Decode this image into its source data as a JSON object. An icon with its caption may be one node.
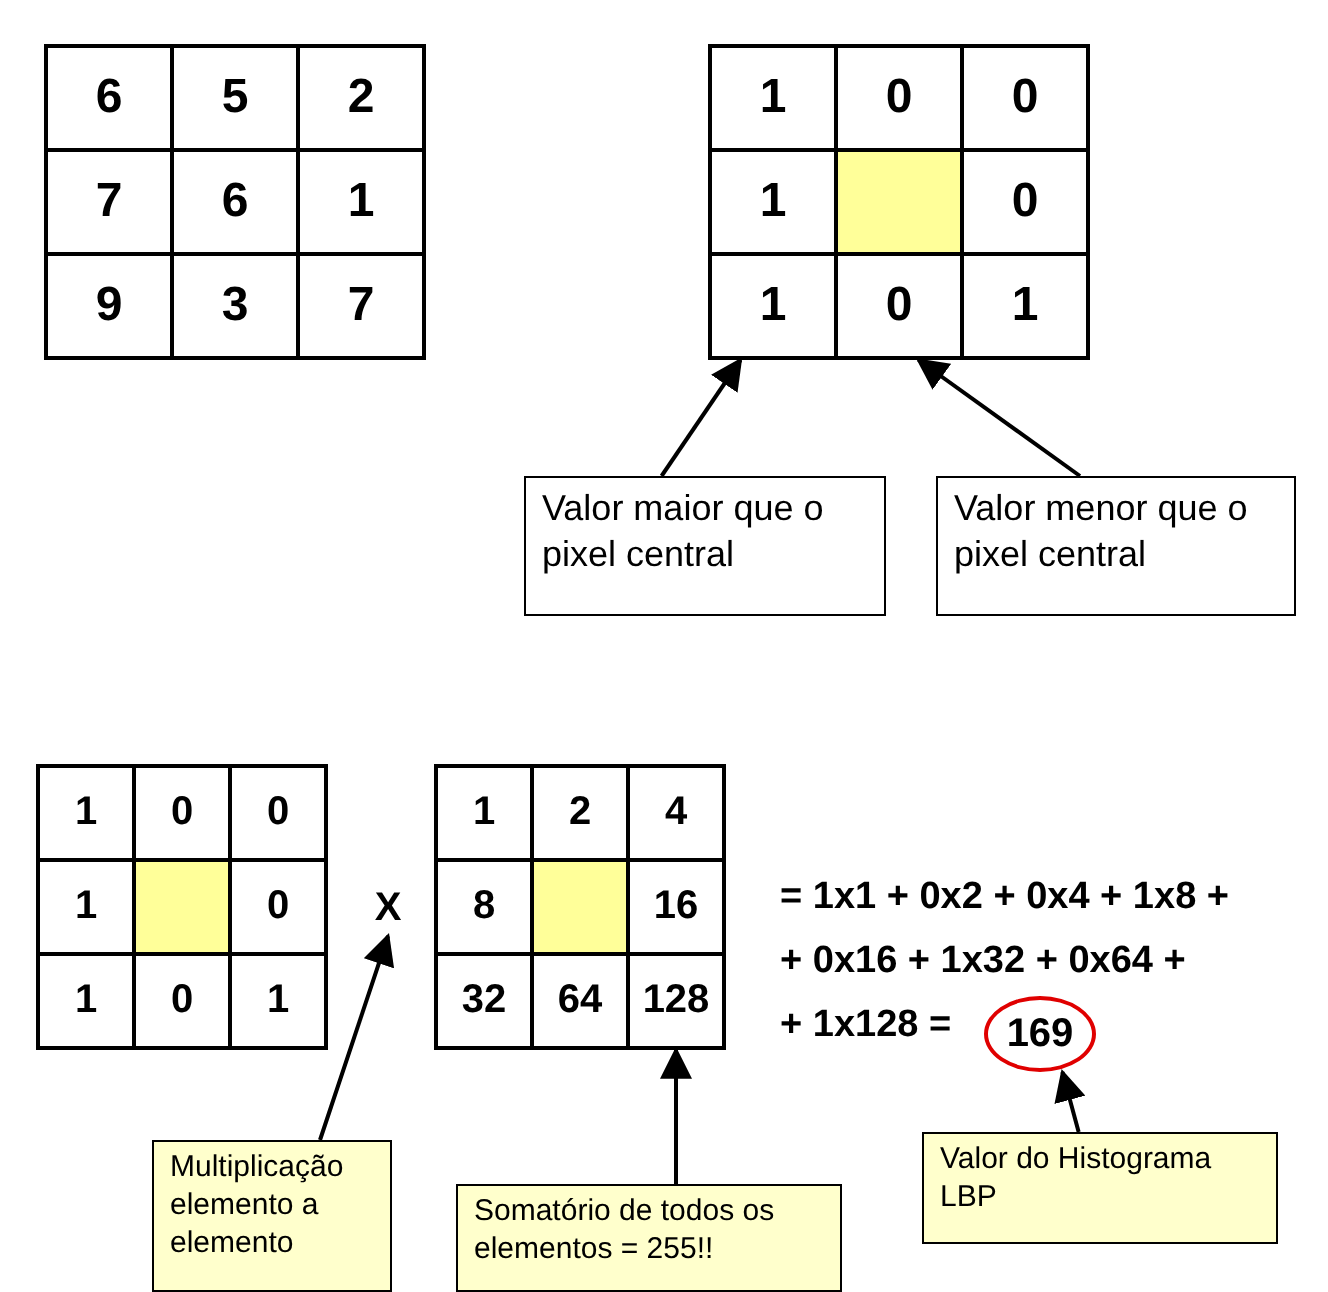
{
  "diagram": {
    "nodes": [
      {
        "text": [
          "1"
        ]
      },
      {
        "text": [
          "0"
        ]
      },
      {
        "text": [
          "Valor maior que o pixel central"
        ]
      },
      {
        "text": [
          "Valor menor que o pixel central"
        ]
      },
      {
        "text": [
          "X"
        ]
      },
      {
        "text": [
          "128"
        ]
      },
      {
        "text": [
          "169"
        ]
      },
      {
        "text": [
          "Multiplicação elemento a elemento"
        ]
      },
      {
        "text": [
          "Somatório de todos os elementos = 255!!"
        ]
      },
      {
        "text": [
          "Valor do Histograma LBP"
        ]
      }
    ],
    "edges": [
      {
        "from": 2,
        "to": 0,
        "arrow": "to"
      },
      {
        "from": 3,
        "to": 1,
        "arrow": "to"
      },
      {
        "from": 7,
        "to": 4,
        "arrow": "to"
      },
      {
        "from": 8,
        "to": 5,
        "arrow": "to"
      },
      {
        "from": 9,
        "to": 6,
        "arrow": "to"
      }
    ],
    "labels": [
      "6",
      "5",
      "2",
      "7",
      "6",
      "1",
      "9",
      "3",
      "7",
      "1",
      "0",
      "0",
      "1",
      "0",
      "1",
      "1",
      "0",
      "0",
      "1",
      "0",
      "1",
      "0",
      "1",
      "1",
      "2",
      "4",
      "8",
      "16",
      "32",
      "64",
      "= 1x1 + 0x2 + 0x4 + 1x8 +",
      "+ 0x16 + 1x32 + 0x64 +",
      "+ 1x128 ="
    ]
  }
}
